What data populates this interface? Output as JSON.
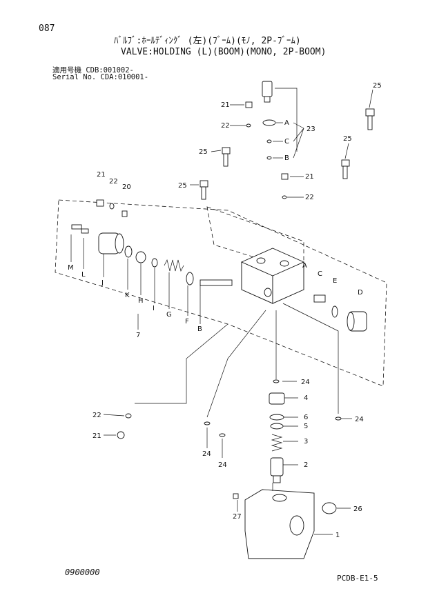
{
  "header": {
    "page_number": "087",
    "title_jp": "ﾊﾞﾙﾌﾞ:ﾎｰﾙﾃﾞｨﾝｸﾞ (左)(ﾌﾞｰﾑ)(ﾓﾉ, 2P-ﾌﾞｰﾑ)",
    "title_en": "VALVE:HOLDING (L)(BOOM)(MONO, 2P-BOOM)",
    "applicable_model": "適用号機 CDB:001002-",
    "serial_no": "Serial No. CDA:010001-"
  },
  "callouts": {
    "n21a": "21",
    "n22a": "22",
    "n23": "23",
    "n25a": "25",
    "n25b": "25",
    "n25c": "25",
    "n25d": "25",
    "n21b": "21",
    "n22b": "22",
    "n21c": "21",
    "n22c": "22",
    "n20": "20",
    "lA": "A",
    "lB": "B",
    "lC": "C",
    "sA": "A",
    "sC": "C",
    "sE": "E",
    "sD": "D",
    "sM": "M",
    "sL": "L",
    "sJ": "J",
    "sK": "K",
    "sH": "H",
    "sI": "I",
    "sG": "G",
    "sF": "F",
    "sB": "B",
    "n7": "7",
    "n24a": "24",
    "n4": "4",
    "n6": "6",
    "n5": "5",
    "n24b": "24",
    "n3": "3",
    "n22d": "22",
    "n21d": "21",
    "n24c": "24",
    "n24d": "24",
    "n2": "2",
    "n27": "27",
    "n26": "26",
    "n1": "1"
  },
  "footer": {
    "code": "0900000",
    "page_ref": "PCDB-E1-5"
  }
}
